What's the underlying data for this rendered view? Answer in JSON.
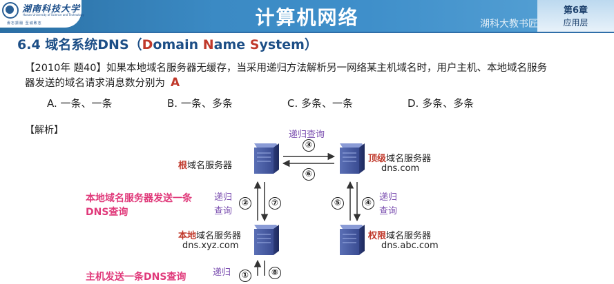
{
  "header": {
    "title": "计算机网络",
    "logo_text": "湖南科技大学",
    "logo_subtext": "Hunan University of Science and Technology",
    "logo_motto": "毋忘振翮  至诚致志",
    "chapter": "第6章",
    "chapter_sub": "应用层",
    "watermark": "湖科大教书匠"
  },
  "section": {
    "title_prefix": "6.4 域名系统DNS（",
    "title_parts": [
      "D",
      "omain ",
      "N",
      "ame ",
      "S",
      "ystem）"
    ]
  },
  "question": {
    "text": "【2010年 题40】如果本地域名服务器无缓存，当采用递归方法解析另一网络某主机域名时，用户主机、本地域名服务器发送的域名请求消息数分别为",
    "answer": "A",
    "options": [
      "A. 一条、一条",
      "B. 一条、多条",
      "C. 多条、一条",
      "D. 多条、多条"
    ]
  },
  "analysis": {
    "label": "【解析】",
    "root": {
      "highlight": "根",
      "rest": "域名服务器"
    },
    "tld": {
      "highlight": "顶级",
      "rest": "域名服务器",
      "host": "dns.com"
    },
    "local": {
      "highlight": "本地",
      "rest": "域名服务器",
      "host": "dns.xyz.com"
    },
    "auth": {
      "highlight": "权限",
      "rest": "域名服务器",
      "host": "dns.abc.com"
    },
    "top_query": "递归查询",
    "left_query": "递归\n查询",
    "right_query": "递归\n查询",
    "bottom_query": "递归",
    "steps": [
      "③",
      "⑥",
      "②",
      "⑦",
      "⑤",
      "④",
      "①",
      "⑧"
    ],
    "note_local": "本地域名服务器发送一条DNS查询",
    "note_host": "主机发送一条DNS查询"
  },
  "colors": {
    "header_blue": "#3b8ac4",
    "title_blue": "#1c4e86",
    "answer_red": "#c0392b",
    "note_pink": "#e0397a",
    "query_purple": "#7b4fb0"
  }
}
